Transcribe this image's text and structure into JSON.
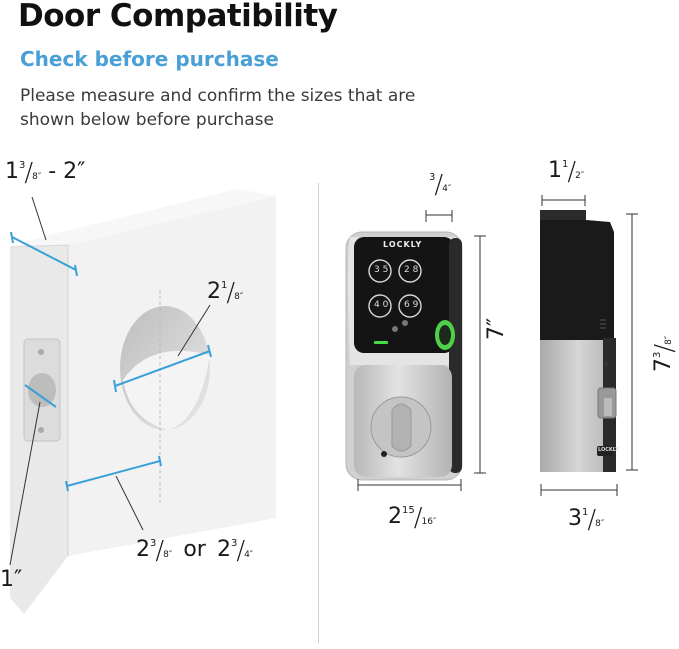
{
  "header": {
    "title": "Door Compatibility",
    "subtitle": "Check before purchase",
    "description": "Please measure and confirm the sizes that are shown below before purchase"
  },
  "door_dimensions": {
    "thickness": {
      "whole": "1",
      "num": "3",
      "den": "8″",
      "suffix": " - 2″"
    },
    "bore_hole": {
      "whole": "2",
      "num": "1",
      "den": "8″"
    },
    "backset_a": {
      "whole": "2",
      "num": "3",
      "den": "8″"
    },
    "backset_or": "or",
    "backset_b": {
      "whole": "2",
      "num": "3",
      "den": "4″"
    },
    "latch_hole": "1″"
  },
  "front_lock": {
    "brand": "LOCKLY",
    "keys": [
      "3 5",
      "2 8",
      "4 0",
      "6 9"
    ],
    "depth": {
      "whole": "",
      "num": "3",
      "den": "4″"
    },
    "height": "7″",
    "width": {
      "whole": "2",
      "num": "15",
      "den": "16″"
    }
  },
  "side_lock": {
    "badge": "LOCKLY",
    "depth": {
      "whole": "1",
      "num": "1",
      "den": "2″"
    },
    "height": {
      "whole": "7",
      "num": "3",
      "den": "8″"
    },
    "width": {
      "whole": "3",
      "num": "1",
      "den": "8″"
    }
  },
  "colors": {
    "accent": "#4a9fd6",
    "dimension_line": "#3aa0d8",
    "lock_body": "#c9c9c9",
    "keypad": "#151515",
    "fingerprint_green": "#4fd04a"
  }
}
